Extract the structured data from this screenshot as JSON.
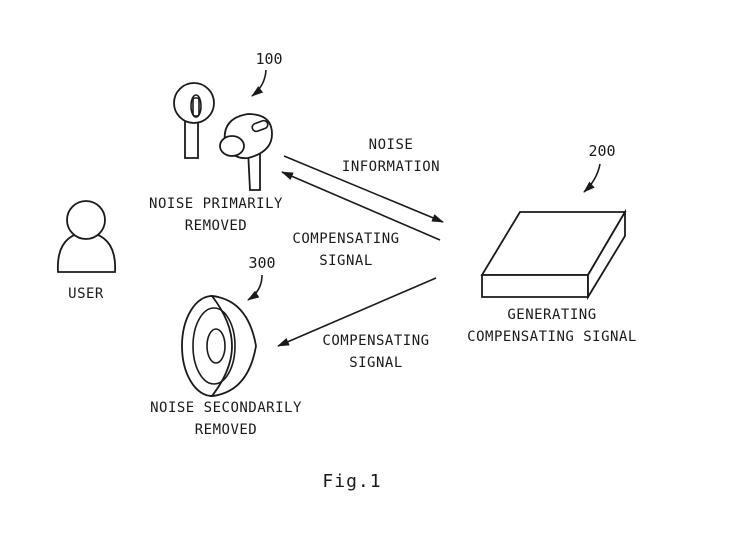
{
  "references": {
    "earbuds": "100",
    "generator": "200",
    "speaker": "300"
  },
  "labels": {
    "user": "USER",
    "earbuds_line1": "NOISE PRIMARILY",
    "earbuds_line2": "REMOVED",
    "noise_info_line1": "NOISE",
    "noise_info_line2": "INFORMATION",
    "comp_upper_line1": "COMPENSATING",
    "comp_upper_line2": "SIGNAL",
    "comp_lower_line1": "COMPENSATING",
    "comp_lower_line2": "SIGNAL",
    "generator_line1": "GENERATING",
    "generator_line2": "COMPENSATING SIGNAL",
    "speaker_line1": "NOISE SECONDARILY",
    "speaker_line2": "REMOVED"
  },
  "caption": "Fig.1"
}
